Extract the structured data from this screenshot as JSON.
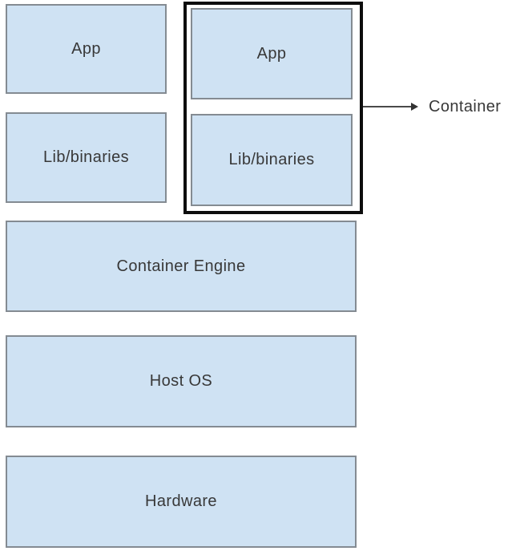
{
  "colors": {
    "background": "#ffffff",
    "box_fill": "#cfe2f3",
    "box_border": "#848b92",
    "group_border": "#0d0d0d",
    "text": "#383838",
    "arrow": "#4a4a4a"
  },
  "stack": {
    "host_app_label": "App",
    "host_lib_label": "Lib/binaries",
    "container_app_label": "App",
    "container_lib_label": "Lib/binaries"
  },
  "callout": {
    "label": "Container"
  },
  "layers": [
    {
      "label": "Container Engine"
    },
    {
      "label": "Host OS"
    },
    {
      "label": "Hardware"
    }
  ]
}
